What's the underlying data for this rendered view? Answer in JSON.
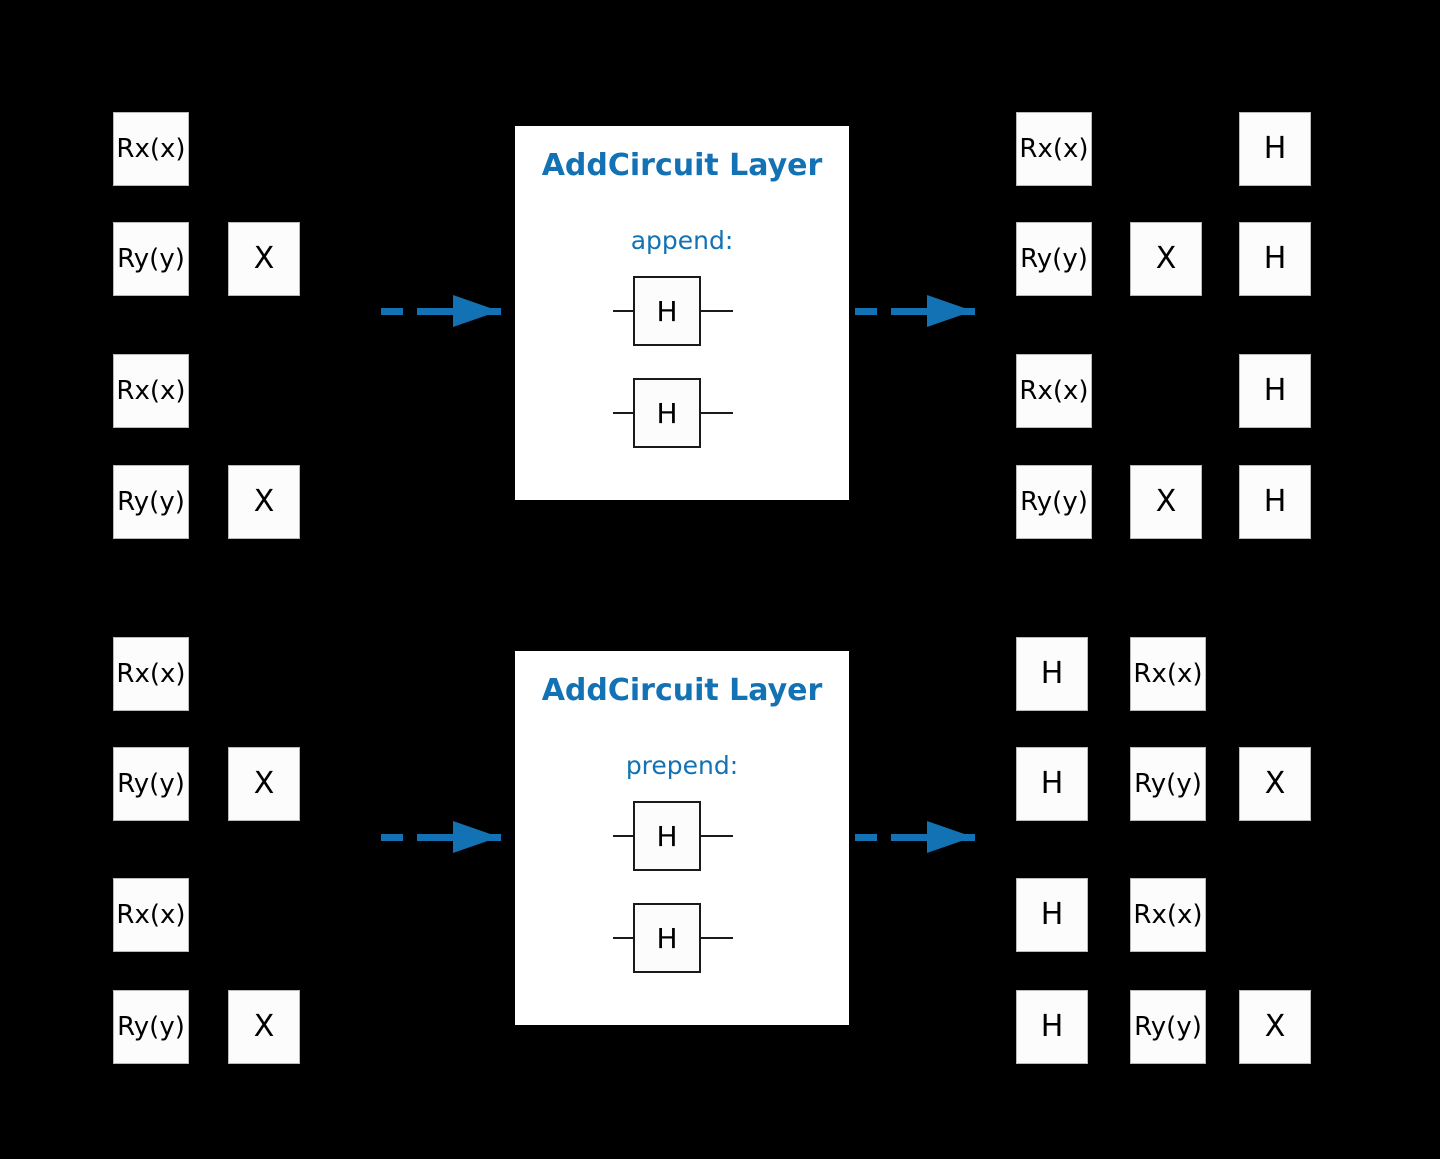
{
  "theme": {
    "background": "#000000",
    "accent": "#1272b4",
    "gate_fill": "#fcfcfc",
    "gate_stroke": "#b9b9b9",
    "panel_fill": "#ffffff",
    "wire_stroke": "#1a1a1a"
  },
  "diagram": {
    "type": "quantum-circuit-transformation",
    "rows": 4,
    "flows": [
      {
        "id": "append-flow",
        "input_circuit": {
          "label": "input-circuit",
          "rows": [
            {
              "gates": [
                {
                  "label": "Rx(x)",
                  "kind": "rotation",
                  "col": 0
                }
              ]
            },
            {
              "gates": [
                {
                  "label": "Ry(y)",
                  "kind": "rotation",
                  "col": 0
                },
                {
                  "label": "X",
                  "kind": "single",
                  "col": 1
                }
              ]
            },
            {
              "gates": [
                {
                  "label": "Rx(x)",
                  "kind": "rotation",
                  "col": 0
                }
              ]
            },
            {
              "gates": [
                {
                  "label": "Ry(y)",
                  "kind": "rotation",
                  "col": 0
                },
                {
                  "label": "X",
                  "kind": "single",
                  "col": 1
                }
              ]
            }
          ]
        },
        "panel": {
          "title": "AddCircuit Layer",
          "subtitle": "append:",
          "mini_gates": [
            {
              "label": "H"
            },
            {
              "label": "H"
            }
          ]
        },
        "output_circuit": {
          "label": "output-circuit",
          "rows": [
            {
              "gates": [
                {
                  "label": "Rx(x)",
                  "kind": "rotation",
                  "col": 0
                },
                {
                  "label": "H",
                  "kind": "single",
                  "col": 2
                }
              ]
            },
            {
              "gates": [
                {
                  "label": "Ry(y)",
                  "kind": "rotation",
                  "col": 0
                },
                {
                  "label": "X",
                  "kind": "single",
                  "col": 1
                },
                {
                  "label": "H",
                  "kind": "single",
                  "col": 2
                }
              ]
            },
            {
              "gates": [
                {
                  "label": "Rx(x)",
                  "kind": "rotation",
                  "col": 0
                },
                {
                  "label": "H",
                  "kind": "single",
                  "col": 2
                }
              ]
            },
            {
              "gates": [
                {
                  "label": "Ry(y)",
                  "kind": "rotation",
                  "col": 0
                },
                {
                  "label": "X",
                  "kind": "single",
                  "col": 1
                },
                {
                  "label": "H",
                  "kind": "single",
                  "col": 2
                }
              ]
            }
          ]
        }
      },
      {
        "id": "prepend-flow",
        "input_circuit": {
          "label": "input-circuit",
          "rows": [
            {
              "gates": [
                {
                  "label": "Rx(x)",
                  "kind": "rotation",
                  "col": 0
                }
              ]
            },
            {
              "gates": [
                {
                  "label": "Ry(y)",
                  "kind": "rotation",
                  "col": 0
                },
                {
                  "label": "X",
                  "kind": "single",
                  "col": 1
                }
              ]
            },
            {
              "gates": [
                {
                  "label": "Rx(x)",
                  "kind": "rotation",
                  "col": 0
                }
              ]
            },
            {
              "gates": [
                {
                  "label": "Ry(y)",
                  "kind": "rotation",
                  "col": 0
                },
                {
                  "label": "X",
                  "kind": "single",
                  "col": 1
                }
              ]
            }
          ]
        },
        "panel": {
          "title": "AddCircuit Layer",
          "subtitle": "prepend:",
          "mini_gates": [
            {
              "label": "H"
            },
            {
              "label": "H"
            }
          ]
        },
        "output_circuit": {
          "label": "output-circuit",
          "rows": [
            {
              "gates": [
                {
                  "label": "H",
                  "kind": "single",
                  "col": 0
                },
                {
                  "label": "Rx(x)",
                  "kind": "rotation",
                  "col": 1
                }
              ]
            },
            {
              "gates": [
                {
                  "label": "H",
                  "kind": "single",
                  "col": 0
                },
                {
                  "label": "Ry(y)",
                  "kind": "rotation",
                  "col": 1
                },
                {
                  "label": "X",
                  "kind": "single",
                  "col": 2
                }
              ]
            },
            {
              "gates": [
                {
                  "label": "H",
                  "kind": "single",
                  "col": 0
                },
                {
                  "label": "Rx(x)",
                  "kind": "rotation",
                  "col": 1
                }
              ]
            },
            {
              "gates": [
                {
                  "label": "H",
                  "kind": "single",
                  "col": 0
                },
                {
                  "label": "Ry(y)",
                  "kind": "rotation",
                  "col": 1
                },
                {
                  "label": "X",
                  "kind": "single",
                  "col": 2
                }
              ]
            }
          ]
        }
      }
    ]
  }
}
